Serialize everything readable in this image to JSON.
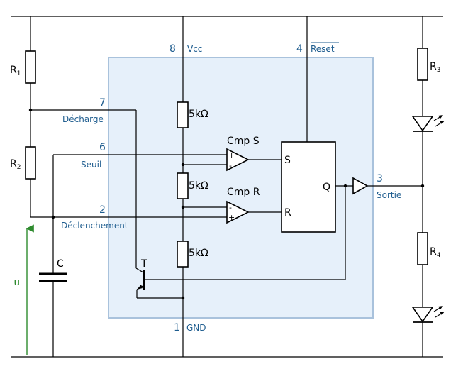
{
  "pins": {
    "vcc": {
      "num": "8",
      "label": "Vcc"
    },
    "reset": {
      "num": "4",
      "label": "Reset"
    },
    "discharge": {
      "num": "7",
      "label": "Décharge"
    },
    "threshold": {
      "num": "6",
      "label": "Seuil"
    },
    "trigger": {
      "num": "2",
      "label": "Déclenchement"
    },
    "output": {
      "num": "3",
      "label": "Sortie"
    },
    "gnd": {
      "num": "1",
      "label": "GND"
    }
  },
  "components": {
    "r1": {
      "letter": "R",
      "sub": "1"
    },
    "r2": {
      "letter": "R",
      "sub": "2"
    },
    "r3": {
      "letter": "R",
      "sub": "3"
    },
    "r4": {
      "letter": "R",
      "sub": "4"
    },
    "c": "C",
    "u": "u",
    "div1": "5kΩ",
    "div2": "5kΩ",
    "div3": "5kΩ",
    "cmp_s": "Cmp S",
    "cmp_r": "Cmp R",
    "transistor": "T",
    "ff_s": "S",
    "ff_r": "R",
    "ff_q": "Q",
    "plus_s": "+",
    "minus_s": "-",
    "minus_r": "-",
    "plus_r": "+"
  },
  "colors": {
    "chip_fill": "#e6f0fa",
    "chip_border": "#a9c2dc",
    "pin_text": "#1f5d8f",
    "arrow": "#2e8b2e"
  }
}
